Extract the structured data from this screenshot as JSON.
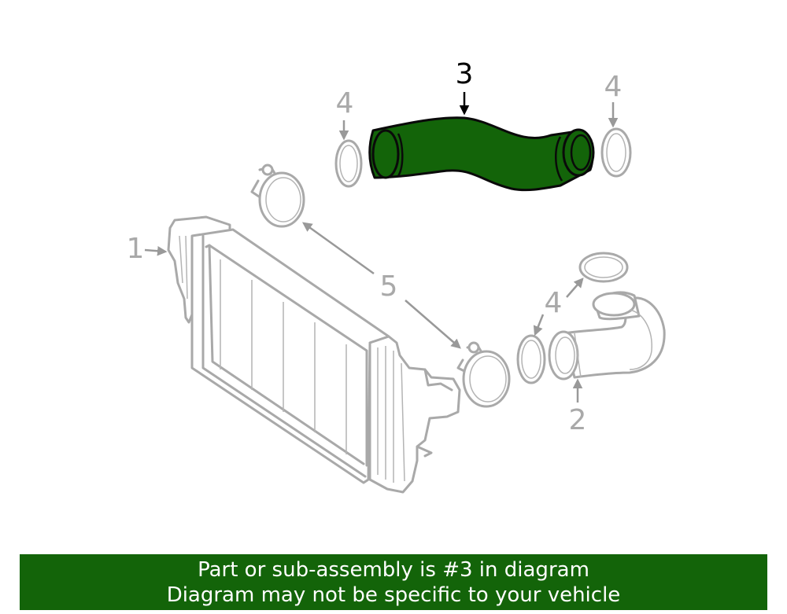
{
  "diagram": {
    "callouts": {
      "part1": "1",
      "part2": "2",
      "part3": "3",
      "part4_left": "4",
      "part4_right": "4",
      "part4_lower": "4",
      "part5": "5"
    },
    "colors": {
      "highlight": "#136409",
      "muted_parts": "#a9a9a9",
      "banner_bg": "#136409",
      "banner_text": "#ffffff"
    }
  },
  "banner": {
    "line1": "Part or sub-assembly is #3 in diagram",
    "line2": "Diagram may not be specific to your vehicle"
  }
}
